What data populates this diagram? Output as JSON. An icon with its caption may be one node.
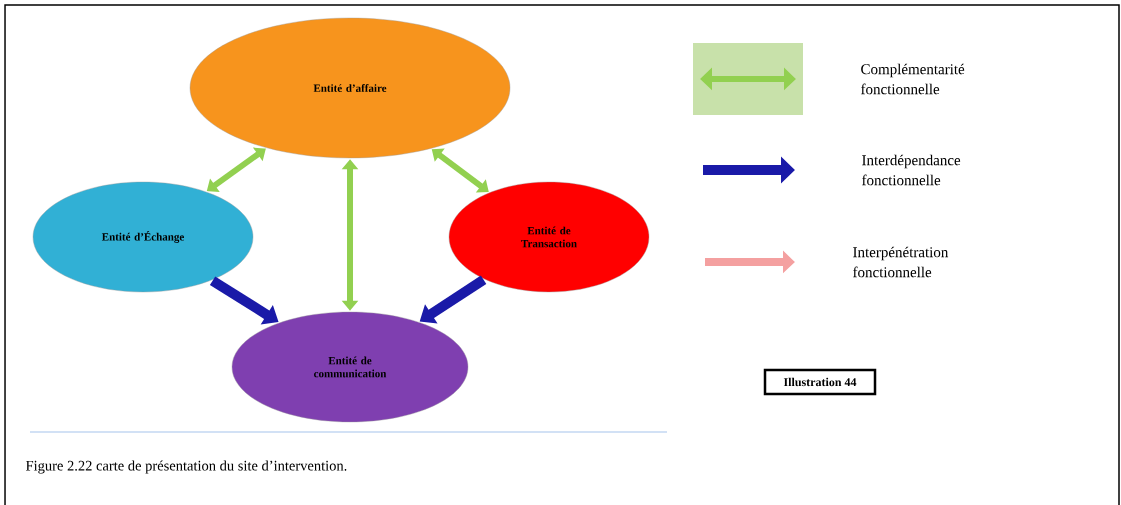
{
  "diagram": {
    "caption": "Figure 2.22  carte de présentation du site d’intervention.",
    "nodes": [
      {
        "text": [
          "Entité d’affaire"
        ]
      },
      {
        "text": [
          "Entité d’Échange"
        ]
      },
      {
        "text": [
          "Entité de Transaction"
        ]
      },
      {
        "text": [
          "Entité de communication"
        ]
      },
      {
        "text": [
          "Illustration 44"
        ]
      }
    ],
    "edges": [
      {
        "from": 0,
        "to": 1,
        "arrow": "both"
      },
      {
        "from": 0,
        "to": 2,
        "arrow": "both"
      },
      {
        "from": 0,
        "to": 3,
        "arrow": "both"
      },
      {
        "from": 1,
        "to": 3,
        "arrow": "to",
        "color": "#1a1aa8"
      },
      {
        "from": 2,
        "to": 3,
        "arrow": "to",
        "color": "#1a1aa8"
      }
    ],
    "legend": [
      {
        "text": "Complémentarité fonctionnelle",
        "color": "#92d050"
      },
      {
        "text": "Interdépendance fonctionnelle",
        "color": "#1a1aa8"
      },
      {
        "text": "Interpénétration fonctionnelle",
        "color": "#f4a0a0"
      }
    ]
  }
}
